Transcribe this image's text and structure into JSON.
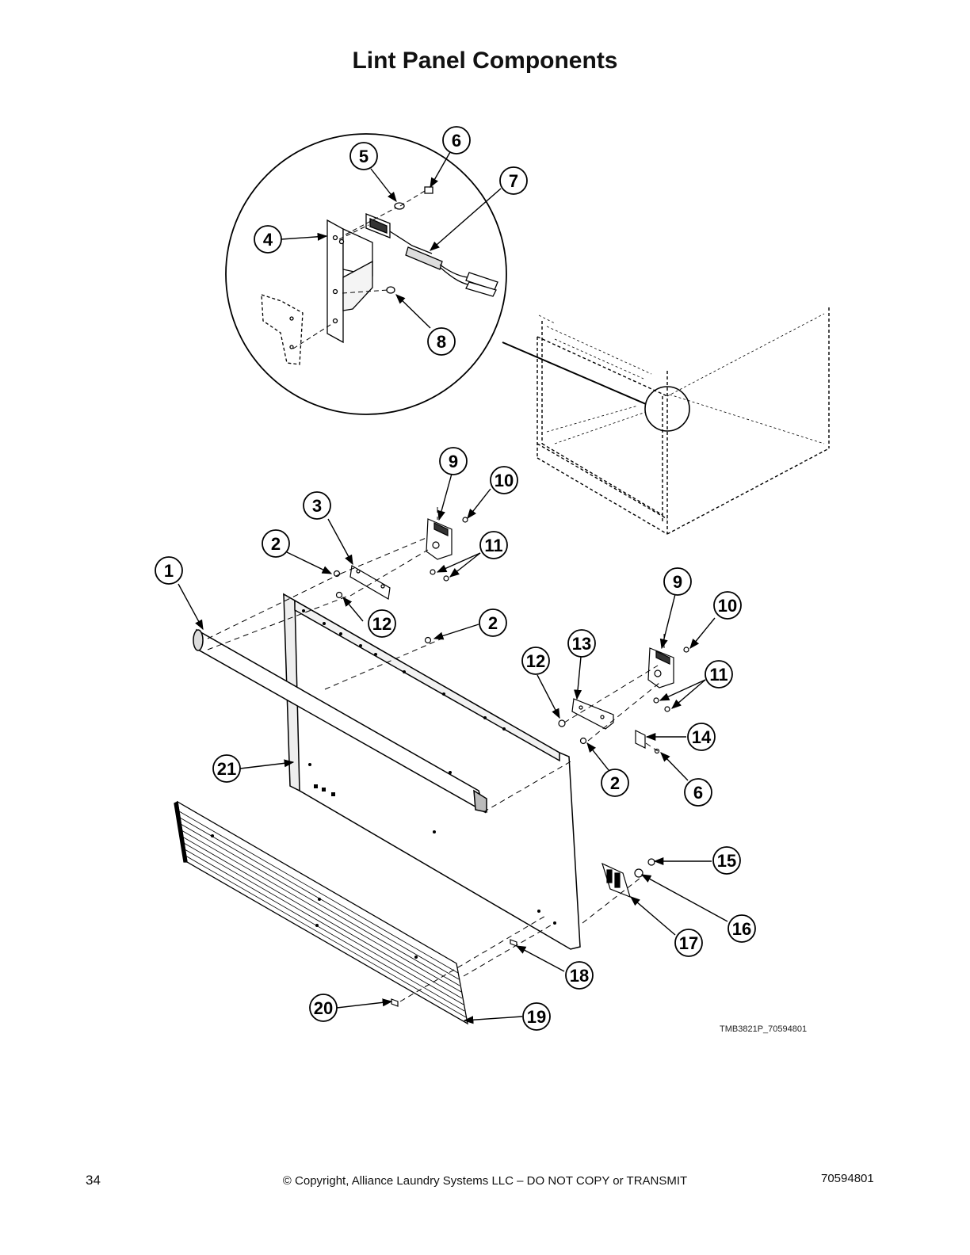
{
  "title": "Lint Panel Components",
  "drawing_number": "TMB3821P_70594801",
  "callouts": [
    {
      "label": "1"
    },
    {
      "label": "2"
    },
    {
      "label": "2"
    },
    {
      "label": "2"
    },
    {
      "label": "3"
    },
    {
      "label": "4"
    },
    {
      "label": "5"
    },
    {
      "label": "6"
    },
    {
      "label": "6"
    },
    {
      "label": "7"
    },
    {
      "label": "8"
    },
    {
      "label": "9"
    },
    {
      "label": "9"
    },
    {
      "label": "10"
    },
    {
      "label": "10"
    },
    {
      "label": "11"
    },
    {
      "label": "11"
    },
    {
      "label": "12"
    },
    {
      "label": "12"
    },
    {
      "label": "13"
    },
    {
      "label": "14"
    },
    {
      "label": "15"
    },
    {
      "label": "16"
    },
    {
      "label": "17"
    },
    {
      "label": "18"
    },
    {
      "label": "19"
    },
    {
      "label": "20"
    },
    {
      "label": "21"
    }
  ],
  "footer": {
    "page_number": "34",
    "copyright": "© Copyright, Alliance Laundry Systems LLC – DO NOT COPY or TRANSMIT",
    "doc_number": "70594801"
  }
}
